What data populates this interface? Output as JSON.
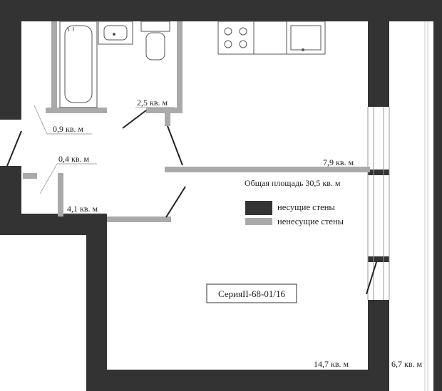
{
  "plan": {
    "series": "СерияII-68-01/16",
    "total_area": "Общая площадь 30,5 кв. м",
    "rooms": {
      "bathroom": "2,5 кв. м",
      "hall_upper": "0,9 кв. м",
      "closet": "0,4 кв. м",
      "hall_lower": "4,1 кв. м",
      "kitchen": "7,9 кв. м",
      "living": "14,7 кв. м",
      "balcony": "6,7 кв. м"
    },
    "legend": {
      "load_bearing": "несущие стены",
      "non_load_bearing": "ненесущие стены"
    },
    "colors": {
      "load_bearing": "#333333",
      "non_load_bearing": "#aaaaaa"
    }
  }
}
